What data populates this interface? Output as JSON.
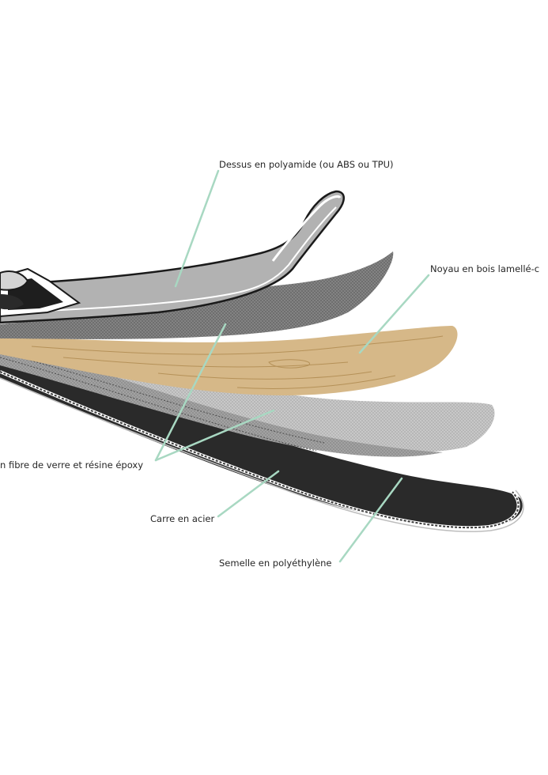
{
  "labels": {
    "top_sheet": "Dessus en polyamide (ou ABS ou TPU)",
    "core": "Noyau en bois lamellé-c",
    "fiberglass": "n fibre de verre et résine époxy",
    "steel_edge": "Carre en acier",
    "base": "Semelle en polyéthylène"
  },
  "colors": {
    "leader_line": "#a8d8c2",
    "wood": "#d7b889",
    "wood_grain": "#b8955f",
    "top_sheet": "#b3b3b3",
    "base": "#2b2b2b",
    "mesh_dark": "#6f6f6f",
    "mesh_light": "#b8b8b8"
  }
}
